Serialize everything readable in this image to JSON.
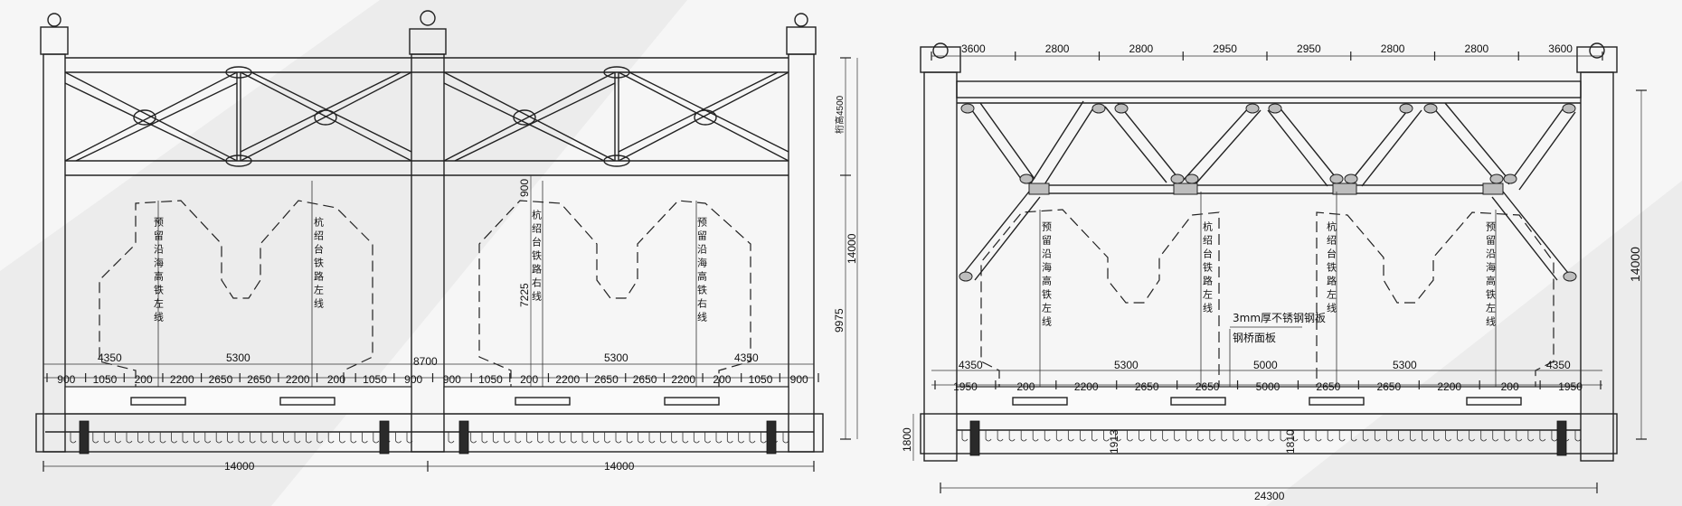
{
  "left_view": {
    "span_labels": [
      "14000",
      "14000"
    ],
    "height_labels": [
      "桁高4500",
      "14000",
      "9975"
    ],
    "inner_labels": [
      "900",
      "7225"
    ],
    "top_row": [
      "4350",
      "5300",
      "8700",
      "5300",
      "4350"
    ],
    "bottom_row": [
      "900",
      "1050",
      "200",
      "2200",
      "2650",
      "2650",
      "2200",
      "200",
      "1050",
      "900",
      "900",
      "1050",
      "200",
      "2200",
      "2650",
      "2650",
      "2200",
      "200",
      "1050",
      "900"
    ],
    "track_labels": [
      "预留沿海高铁左线",
      "杭绍台铁路左线",
      "杭绍台铁路右线",
      "预留沿海高铁右线"
    ]
  },
  "right_view": {
    "top_dims": [
      "3600",
      "2800",
      "2800",
      "2950",
      "2950",
      "2800",
      "2800",
      "3600"
    ],
    "height_label": "14000",
    "span_label": "24300",
    "top_row": [
      "4350",
      "5300",
      "5000",
      "5300",
      "4350"
    ],
    "bottom_row": [
      "1950",
      "200",
      "2200",
      "2650",
      "2650",
      "5000",
      "2650",
      "2650",
      "2200",
      "200",
      "1950"
    ],
    "deck_dims": [
      "1800",
      "1913",
      "1810"
    ],
    "plate_note": "3mm厚不锈钢钢板",
    "deck_note": "钢桥面板",
    "track_labels": [
      "预留沿海高铁左线",
      "杭绍台铁路左线",
      "杭绍台铁路左线",
      "预留沿海高铁左线"
    ]
  },
  "colors": {
    "line": "#222222",
    "background": "#f6f6f6"
  }
}
